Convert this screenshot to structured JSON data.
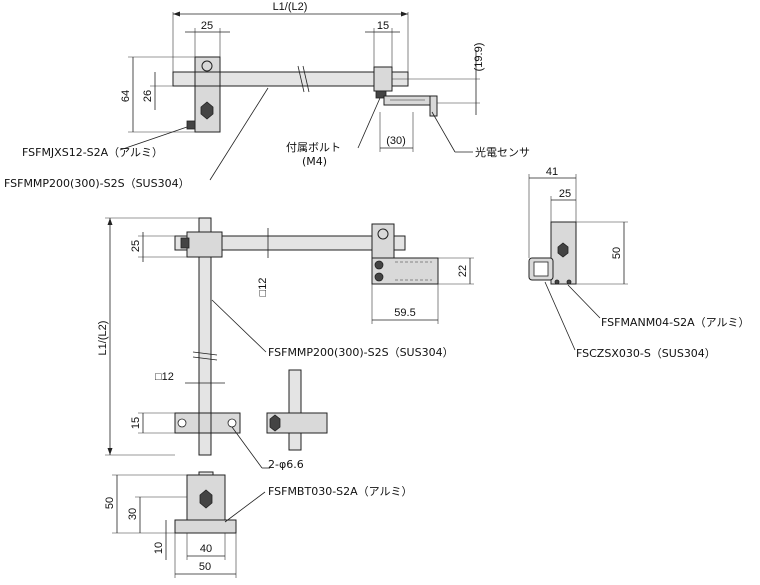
{
  "dims": {
    "l1_l2": "L1/(L2)",
    "d25_top": "25",
    "d15_top": "15",
    "d19_9": "(19.9)",
    "d64": "64",
    "d26": "26",
    "d30_bolt": "(30)",
    "d41": "41",
    "d25_side": "25",
    "d50_side": "50",
    "d25_front": "25",
    "d12_rod": "□12",
    "d22": "22",
    "d59_5": "59.5",
    "l1_l2_vert": "L1/(L2)",
    "d12_vert": "□12",
    "d15_clamp": "15",
    "d50_base": "50",
    "d30_base": "30",
    "d10_base": "10",
    "d40_base": "40",
    "d50_base_w": "50"
  },
  "labels": {
    "fsfmjxs": "FSFMJXS12-S2A（アルミ）",
    "fsfmmp_top": "FSFMMP200(300)-S2S（SUS304）",
    "bolt": "付属ボルト",
    "m4": "(M4)",
    "sensor": "光電センサ",
    "fsfmanm": "FSFMANM04-S2A（アルミ）",
    "fscz": "FSCZSX030-S（SUS304）",
    "fsfmmp_mid": "FSFMMP200(300)-S2S（SUS304）",
    "holes": "2-φ6.6",
    "fsfmbt": "FSFMBT030-S2A（アルミ）"
  }
}
